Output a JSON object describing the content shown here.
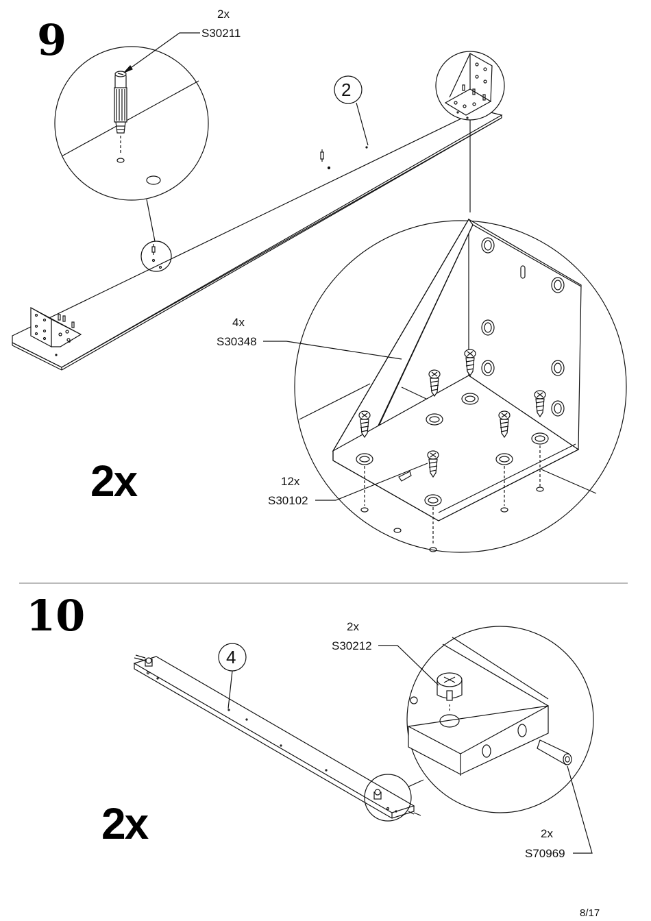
{
  "steps": [
    {
      "number": "9",
      "multiplier": "2x",
      "part_number": "2",
      "callouts": [
        {
          "qty": "2x",
          "code": "S30211"
        },
        {
          "qty": "4x",
          "code": "S30348"
        },
        {
          "qty": "12x",
          "code": "S30102"
        }
      ]
    },
    {
      "number": "10",
      "multiplier": "2x",
      "part_number": "4",
      "callouts": [
        {
          "qty": "2x",
          "code": "S30212"
        },
        {
          "qty": "2x",
          "code": "S70969"
        }
      ]
    }
  ],
  "page": "8/17"
}
